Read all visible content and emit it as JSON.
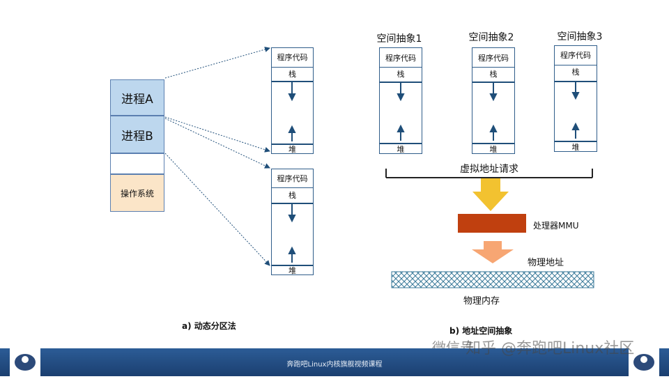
{
  "left": {
    "processes": [
      "进程A",
      "进程B",
      "",
      "操作系统"
    ],
    "segments": {
      "code": "程序代码",
      "stack": "栈",
      "heap": "堆"
    },
    "caption": "a) 动态分区法"
  },
  "right": {
    "spaces": [
      "空间抽象1",
      "空间抽象2",
      "空间抽象3"
    ],
    "segments": {
      "code": "程序代码",
      "stack": "栈",
      "heap": "堆"
    },
    "request_label": "虚拟地址请求",
    "mmu_label": "处理器MMU",
    "physical_addr_label": "物理地址",
    "physical_mem_label": "物理内存",
    "caption": "b) 地址空间抽象"
  },
  "footer": {
    "text": "奔跑吧Linux内核旗舰视频课程"
  },
  "watermark": {
    "text": "知乎 @奔跑吧Linux社区",
    "wechat": "微信号"
  },
  "colors": {
    "process": "#bdd7ee",
    "os": "#fbe5c8",
    "arrow_yellow": "#f2c230",
    "arrow_orange": "#f7a673",
    "mmu": "#c0400f",
    "footer": "#1f4e79"
  }
}
